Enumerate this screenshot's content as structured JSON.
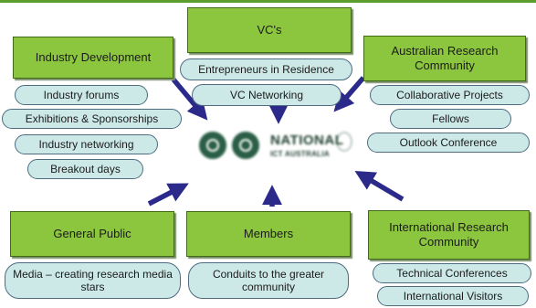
{
  "nodes": {
    "vcs": {
      "title": "VC's",
      "items": [
        "Entrepreneurs in Residence",
        "VC Networking"
      ]
    },
    "industry_development": {
      "title": "Industry Development",
      "items": [
        "Industry forums",
        "Exhibitions & Sponsorships",
        "Industry networking",
        "Breakout days"
      ]
    },
    "australian_research": {
      "title": "Australian Research Community",
      "items": [
        "Collaborative Projects",
        "Fellows",
        "Outlook Conference"
      ]
    },
    "general_public": {
      "title": "General Public",
      "items": [
        "Media – creating research media stars"
      ]
    },
    "members": {
      "title": "Members",
      "items": [
        "Conduits to the greater community"
      ]
    },
    "international_research": {
      "title": "International Research Community",
      "items": [
        "Technical Conferences",
        "International Visitors"
      ]
    }
  },
  "center_logo": {
    "name": "NATIONAL",
    "subtitle": "ICT AUSTRALIA"
  },
  "colors": {
    "box_fill": "#8cc63f",
    "pill_fill": "#cce9e8",
    "arrow": "#2b2a8a",
    "accent_line": "#5a9e2e"
  }
}
